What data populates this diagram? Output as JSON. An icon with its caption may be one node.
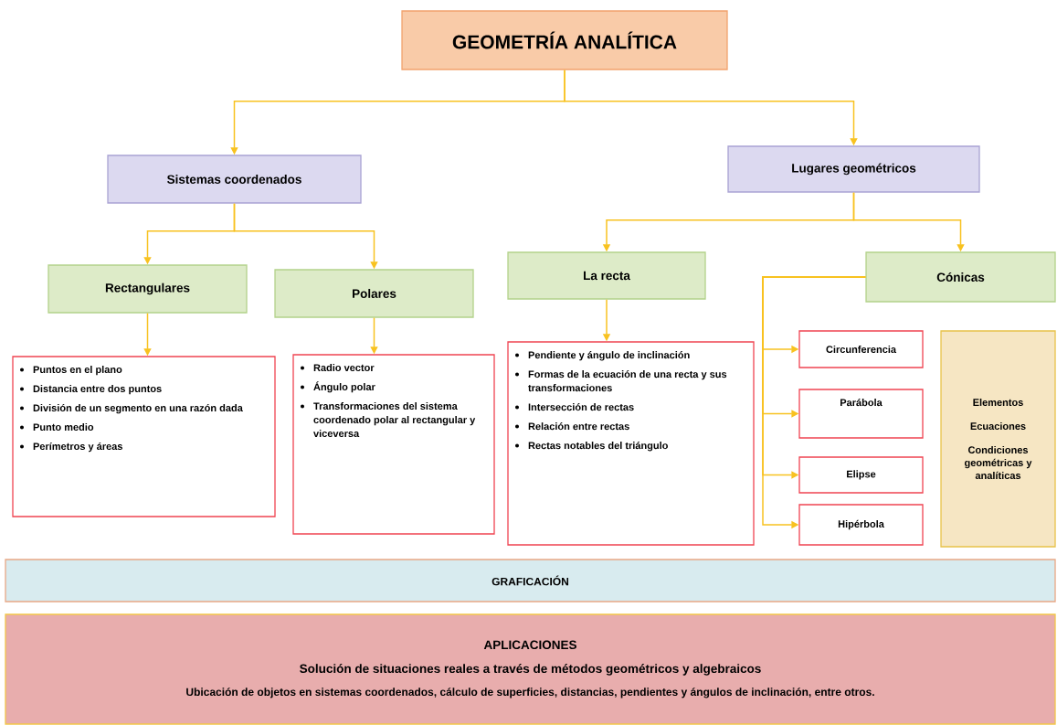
{
  "diagram": {
    "nodes": [
      {
        "text": [
          "GEOMETRÍA ANALÍTICA"
        ]
      },
      {
        "text": [
          "Sistemas coordenados"
        ]
      },
      {
        "text": [
          "Lugares geométricos"
        ]
      },
      {
        "text": [
          "Rectangulares"
        ]
      },
      {
        "text": [
          "Polares"
        ]
      },
      {
        "text": [
          "La recta"
        ]
      },
      {
        "text": [
          "Cónicas"
        ]
      },
      {
        "text": [
          "Puntos en el plano",
          "Distancia entre dos puntos",
          "División de un segmento en una razón dada",
          "Punto medio",
          "Perímetros y áreas"
        ]
      },
      {
        "text": [
          "Radio vector",
          "Ángulo polar",
          "Transformaciones del sistema coordenado polar al rectangular y viceversa"
        ]
      },
      {
        "text": [
          "Pendiente y ángulo de inclinación",
          "Formas de la ecuación de una recta y sus transformaciones",
          "Intersección de rectas",
          "Relación entre rectas",
          "Rectas notables del triángulo"
        ]
      },
      {
        "text": [
          "Circunferencia"
        ]
      },
      {
        "text": [
          "Parábola"
        ]
      },
      {
        "text": [
          "Elipse"
        ]
      },
      {
        "text": [
          "Hipérbola"
        ]
      },
      {
        "text": [
          "Elementos",
          "Ecuaciones",
          "Condiciones geométricas y analíticas"
        ]
      },
      {
        "text": [
          "GRAFICACIÓN"
        ]
      },
      {
        "text": [
          "APLICACIONES",
          "Solución de situaciones reales a través de métodos geométricos y algebraicos",
          "Ubicación de objetos en sistemas coordenados, cálculo de superficies, distancias, pendientes y ángulos de inclinación, entre otros."
        ]
      }
    ],
    "edges": [
      {
        "from": 0,
        "to": 1,
        "arrow": "to"
      },
      {
        "from": 0,
        "to": 2,
        "arrow": "to"
      },
      {
        "from": 1,
        "to": 3,
        "arrow": "to"
      },
      {
        "from": 1,
        "to": 4,
        "arrow": "to"
      },
      {
        "from": 2,
        "to": 5,
        "arrow": "to"
      },
      {
        "from": 2,
        "to": 6,
        "arrow": "to"
      },
      {
        "from": 3,
        "to": 7,
        "arrow": "to"
      },
      {
        "from": 4,
        "to": 8,
        "arrow": "to"
      },
      {
        "from": 5,
        "to": 9,
        "arrow": "to"
      },
      {
        "from": 6,
        "to": 10,
        "arrow": "to"
      },
      {
        "from": 6,
        "to": 11,
        "arrow": "to"
      },
      {
        "from": 6,
        "to": 12,
        "arrow": "to"
      },
      {
        "from": 6,
        "to": 13,
        "arrow": "to"
      }
    ]
  }
}
